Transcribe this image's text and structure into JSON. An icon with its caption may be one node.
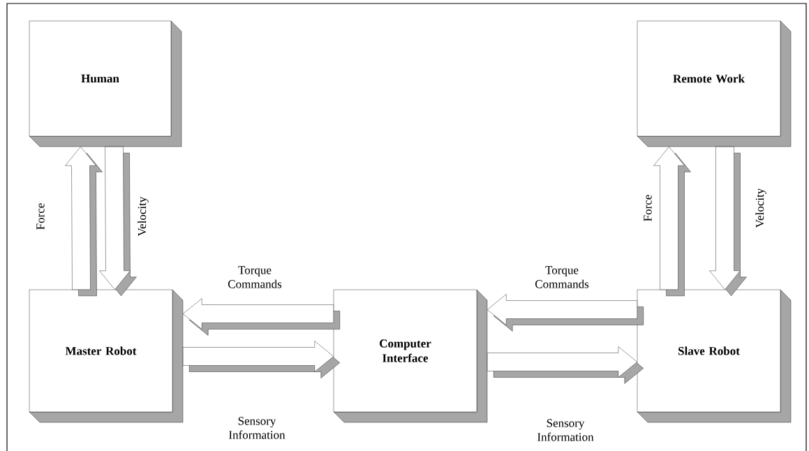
{
  "diagram": {
    "nodes": [
      {
        "text": [
          "Human"
        ]
      },
      {
        "text": [
          "Remote Work"
        ]
      },
      {
        "text": [
          "Master Robot"
        ]
      },
      {
        "text": [
          "Computer Interface"
        ]
      },
      {
        "text": [
          "Slave Robot"
        ]
      }
    ],
    "edges": [
      {
        "from": 2,
        "to": 0,
        "arrow": "to",
        "label": "Force"
      },
      {
        "from": 0,
        "to": 2,
        "arrow": "to",
        "label": "Velocity"
      },
      {
        "from": 3,
        "to": 2,
        "arrow": "to",
        "label": "Torque Commands"
      },
      {
        "from": 2,
        "to": 3,
        "arrow": "to",
        "label": "Sensory Information"
      },
      {
        "from": 4,
        "to": 3,
        "arrow": "to",
        "label": "Torque Commands"
      },
      {
        "from": 3,
        "to": 4,
        "arrow": "to",
        "label": "Sensory Information"
      },
      {
        "from": 4,
        "to": 1,
        "arrow": "to",
        "label": "Force"
      },
      {
        "from": 1,
        "to": 4,
        "arrow": "to",
        "label": "Velocity"
      }
    ]
  }
}
